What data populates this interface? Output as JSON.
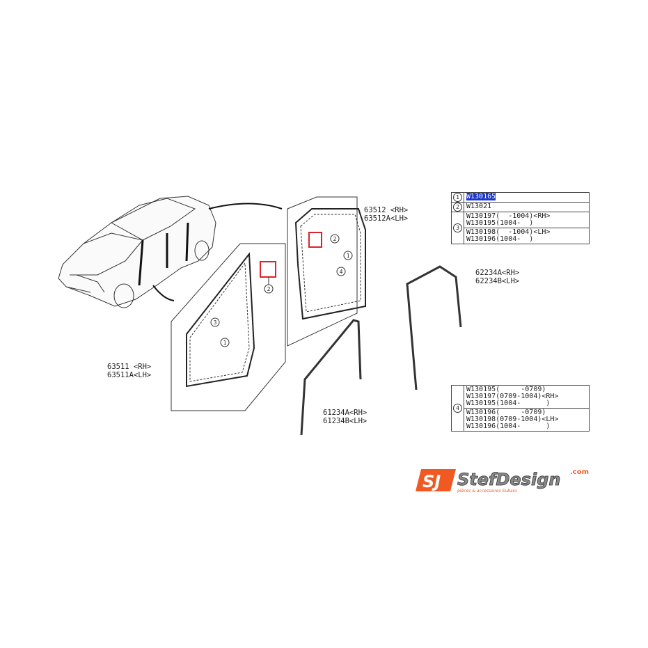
{
  "callouts": {
    "c1": "1",
    "c2": "2",
    "c3": "3",
    "c4": "4"
  },
  "parts": {
    "p63511": "63511 <RH>",
    "p63511a": "63511A<LH>",
    "p63512": "63512 <RH>",
    "p63512a": "63512A<LH>",
    "p62234a": "62234A<RH>",
    "p62234b": "62234B<LH>",
    "p61234a": "61234A<RH>",
    "p61234b": "61234B<LH>"
  },
  "table_top": {
    "rows": [
      {
        "num": "1",
        "lines": [
          "W130165"
        ],
        "highlighted": true
      },
      {
        "num": "2",
        "lines": [
          "W13021"
        ]
      },
      {
        "num": "3",
        "groups": [
          [
            "W130197(  -1004)<RH>",
            "W130195(1004-  )"
          ],
          [
            "W130198(  -1004)<LH>",
            "W130196(1004-  )"
          ]
        ]
      }
    ]
  },
  "table_bottom": {
    "num": "4",
    "groups": [
      [
        "W130195(     -0709)",
        "W130197(0709-1004)<RH>",
        "W130195(1004-      )"
      ],
      [
        "W130196(     -0709)",
        "W130198(0709-1004)<LH>",
        "W130196(1004-      )"
      ]
    ]
  },
  "logo": {
    "brand": "StefDesign",
    ".com": ".com",
    "tagline": "pièces & accessoires Subaru",
    "colors": {
      "orange": "#f05a22",
      "grey": "#777777"
    }
  },
  "highlight_color": "#e0202a"
}
